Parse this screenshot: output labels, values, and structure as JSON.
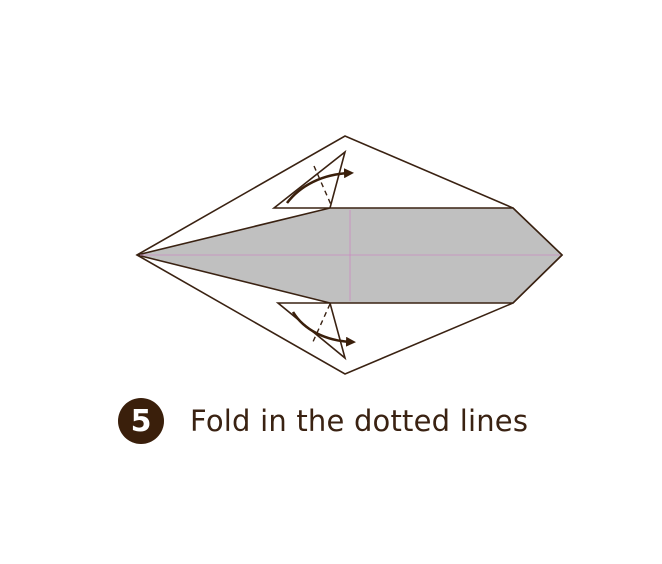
{
  "step": {
    "number": "5",
    "instruction": "Fold in the dotted lines"
  },
  "colors": {
    "outline": "#3a2212",
    "fill_gray": "#c0c0c0",
    "paper": "#ffffff",
    "crease_pink": "#c98bbf",
    "badge": "#3a1f0b",
    "text": "#3a2212"
  },
  "icons": {
    "top_arrow": "curved-arrow-right",
    "bottom_arrow": "curved-arrow-right"
  }
}
